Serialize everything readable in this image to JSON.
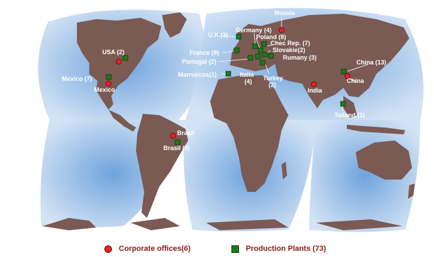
{
  "colors": {
    "ocean": "#b6cdea",
    "land": "#7a5a52",
    "office_marker": "#e8202a",
    "plant_marker": "#1c7a1c",
    "legend_text": "#8b1a1a",
    "label_text": "#ffffff"
  },
  "labels": {
    "russia": "Russia",
    "uk": "U.K.(3)",
    "germany": "Germany (4)",
    "poland": "Poland (8)",
    "chec": "Chec Rep. (7)",
    "slovakie": "Slovakie(2)",
    "rumany": "Rumany (3)",
    "france": "France (9)",
    "portugal": "Portugal (2)",
    "marruecos": "Marruecos(1)",
    "italia": "Italia",
    "italia_count": "(4)",
    "turkey": "Turkey",
    "turkey_count": "(2)",
    "usa": "USA (2)",
    "mexico_plants": "Mexico (7)",
    "mexico_office": "Mexico",
    "brasil_office": "Brasil",
    "brasil_plants": "Brasil (5)",
    "india": "India",
    "china_plants": "China (13)",
    "china_office": "China",
    "tailand": "Tailand (1)"
  },
  "legend": {
    "offices_label": "Corporate offices(6)",
    "plants_label": "Production Plants (73)"
  }
}
